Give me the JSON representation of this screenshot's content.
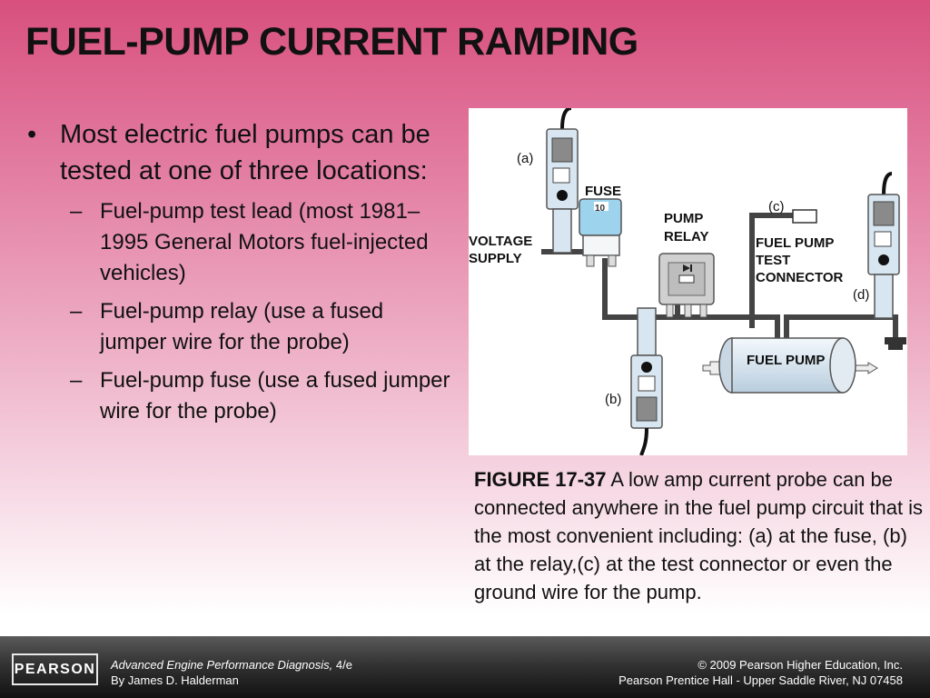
{
  "slide": {
    "title": "FUEL-PUMP CURRENT RAMPING"
  },
  "bullets": {
    "main": "Most electric fuel pumps can be tested at one of three locations:",
    "bullet_glyph": "•",
    "dash_glyph": "–",
    "sub": [
      "Fuel-pump test lead (most 1981–1995 General Motors fuel-injected vehicles)",
      "Fuel-pump relay (use a fused jumper wire for the probe)",
      "Fuel-pump fuse (use a fused jumper wire for the probe)"
    ]
  },
  "figure": {
    "labels": {
      "a": "(a)",
      "b": "(b)",
      "c": "(c)",
      "d": "(d)",
      "fuse": "FUSE",
      "fuse_value": "10",
      "voltage_1": "VOLTAGE",
      "voltage_2": "SUPPLY",
      "relay_1": "PUMP",
      "relay_2": "RELAY",
      "connector_1": "FUEL PUMP",
      "connector_2": "TEST",
      "connector_3": "CONNECTOR",
      "pump": "FUEL PUMP"
    }
  },
  "caption": {
    "figure_number": "FIGURE 17-37",
    "text": "A low amp current probe can be connected anywhere in the fuel pump circuit that is the most convenient including: (a) at the fuse, (b) at the relay,(c) at the test connector or even the ground wire for the pump."
  },
  "footer": {
    "logo": "PEARSON",
    "book_title": "Advanced Engine Performance Diagnosis,",
    "edition": "4/e",
    "author": "By James D. Halderman",
    "copyright_line1": "© 2009 Pearson Higher Education, Inc.",
    "copyright_line2": "Pearson Prentice Hall - Upper Saddle River, NJ 07458"
  }
}
